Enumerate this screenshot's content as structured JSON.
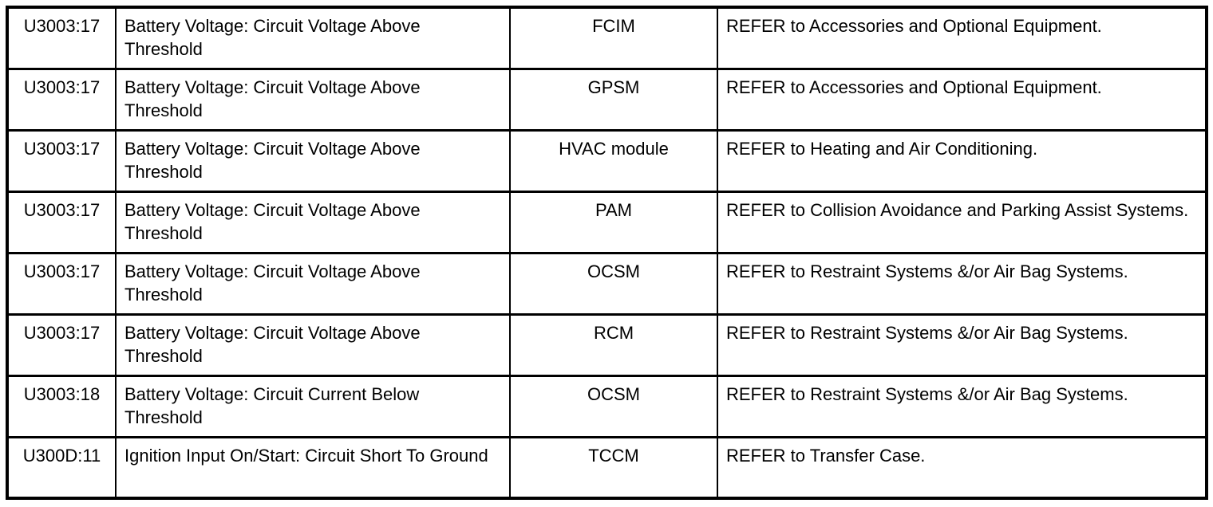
{
  "colors": {
    "background": "#ffffff",
    "border": "#000000",
    "text": "#000000"
  },
  "table": {
    "description": "DTC index table (code, description, module, action)",
    "rows": [
      {
        "code": "U3003:17",
        "description": "Battery Voltage: Circuit Voltage Above Threshold",
        "module": "FCIM",
        "action": "REFER to Accessories and Optional Equipment."
      },
      {
        "code": "U3003:17",
        "description": "Battery Voltage: Circuit Voltage Above Threshold",
        "module": "GPSM",
        "action": "REFER to Accessories and Optional Equipment."
      },
      {
        "code": "U3003:17",
        "description": "Battery Voltage: Circuit Voltage Above Threshold",
        "module": "HVAC module",
        "action": "REFER to Heating and Air Conditioning."
      },
      {
        "code": "U3003:17",
        "description": "Battery Voltage: Circuit Voltage Above Threshold",
        "module": "PAM",
        "action": "REFER to Collision Avoidance and Parking Assist Systems."
      },
      {
        "code": "U3003:17",
        "description": "Battery Voltage: Circuit Voltage Above Threshold",
        "module": "OCSM",
        "action": "REFER to Restraint Systems &/or Air Bag Systems."
      },
      {
        "code": "U3003:17",
        "description": "Battery Voltage: Circuit Voltage Above Threshold",
        "module": "RCM",
        "action": "REFER to Restraint Systems &/or Air Bag Systems."
      },
      {
        "code": "U3003:18",
        "description": "Battery Voltage: Circuit Current Below Threshold",
        "module": "OCSM",
        "action": "REFER to Restraint Systems &/or Air Bag Systems."
      },
      {
        "code": "U300D:11",
        "description": "Ignition Input On/Start: Circuit Short To Ground",
        "module": "TCCM",
        "action": "REFER to Transfer Case."
      }
    ]
  }
}
